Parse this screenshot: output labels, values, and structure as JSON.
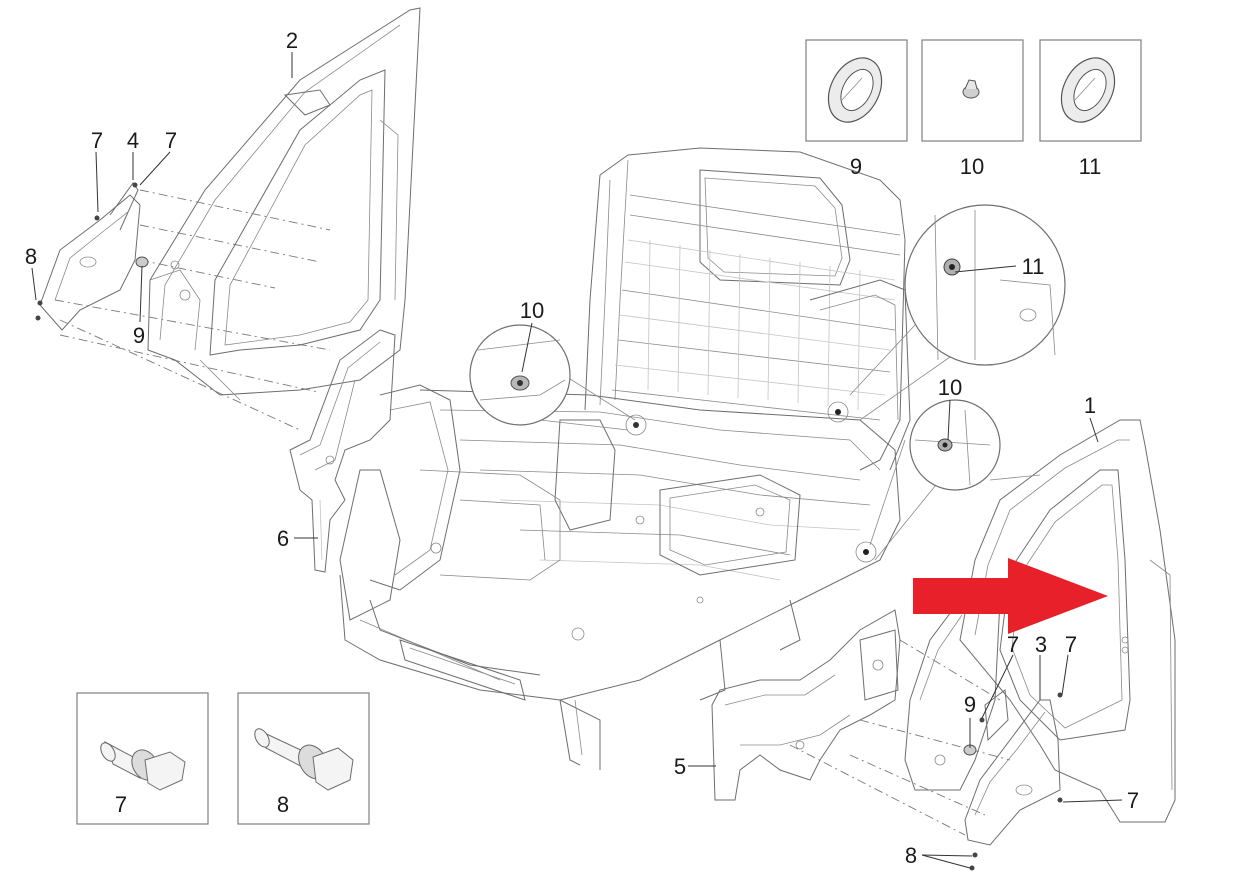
{
  "callouts": {
    "c1": "1",
    "c2": "2",
    "c3": "3",
    "c4": "4",
    "c5": "5",
    "c6": "6",
    "c7a": "7",
    "c7b": "7",
    "c7c": "7",
    "c7d": "7",
    "c7e": "7",
    "c8a": "8",
    "c8b": "8",
    "c9a": "9",
    "c9b": "9",
    "c10a": "10",
    "c10b": "10",
    "c11": "11"
  },
  "inset_boxes": {
    "box9": "9",
    "box10": "10",
    "box11": "11",
    "box7": "7",
    "box8": "8"
  },
  "colors": {
    "arrow": "#e8202a",
    "line_art": "#6e6e6e",
    "text": "#1a1a1a"
  },
  "icons": {
    "arrow": "red-arrow-icon"
  }
}
